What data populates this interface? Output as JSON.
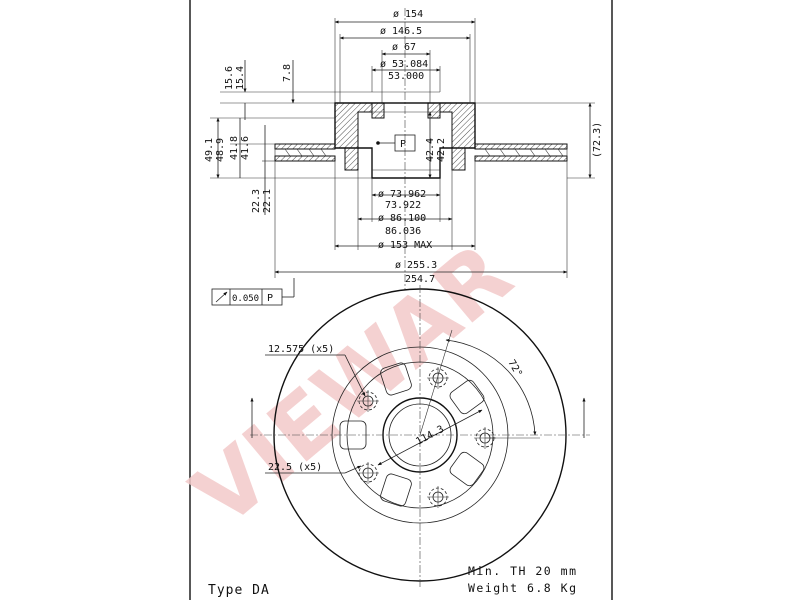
{
  "drawing": {
    "frame_color": "#222222",
    "watermark_color": "#f3c9c9",
    "watermark_text": "VIEWAR",
    "type_label": "Type DA",
    "min_th_label": "Min. TH 20 mm",
    "weight_label": "Weight 6.8 Kg"
  },
  "side_view": {
    "top_dims": {
      "d154": "ø 154",
      "d146": "ø 146.5",
      "d67": "ø 67",
      "d53_upper": "ø 53.084",
      "d53_lower": "53.000"
    },
    "left_dims": {
      "v15_6": "15.6",
      "v15_4": "15.4",
      "v7_8": "7.8",
      "v49_1": "49.1",
      "v48_9": "48.9",
      "v41_8": "41.8",
      "v41_6": "41.6",
      "v22_3": "22.3",
      "v22_1": "22.1"
    },
    "center_dims": {
      "v42_4": "42.4",
      "v42_2": "42.2",
      "datum": "P"
    },
    "right_dims": {
      "v72_3": "(72.3)"
    },
    "bottom_dims": {
      "d73_upper": "ø 73.962",
      "d73_lower": "73.922",
      "d86_upper": "ø 86.100",
      "d86_lower": "86.036",
      "d153": "ø 153 MAX",
      "d255_upper": "ø 255.3",
      "d255_lower": "254.7"
    },
    "tolerance_frame": {
      "value": "0.050",
      "datum": "P"
    }
  },
  "front_view": {
    "hole_dim": "12.575 (x5)",
    "pcd": "114.3",
    "angle": "72°",
    "offset_angle": "22.5 (x5)"
  }
}
